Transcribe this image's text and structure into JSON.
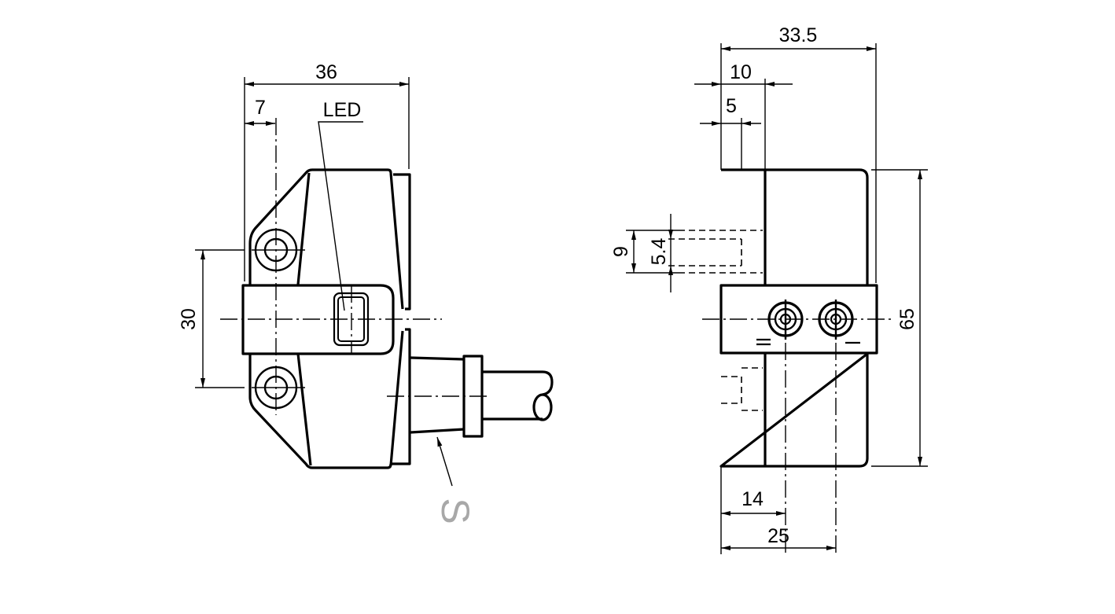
{
  "side_view": {
    "width_label": "36",
    "offset_label": "7",
    "led_label": "LED",
    "hole_spacing_label": "30",
    "sensing_face_label": "S"
  },
  "front_view": {
    "width_label": "33.5",
    "ten_label": "10",
    "five_label": "5",
    "nine_label": "9",
    "slot_label": "5.4",
    "height_label": "65",
    "fourteen_label": "14",
    "twentyfive_label": "25"
  }
}
